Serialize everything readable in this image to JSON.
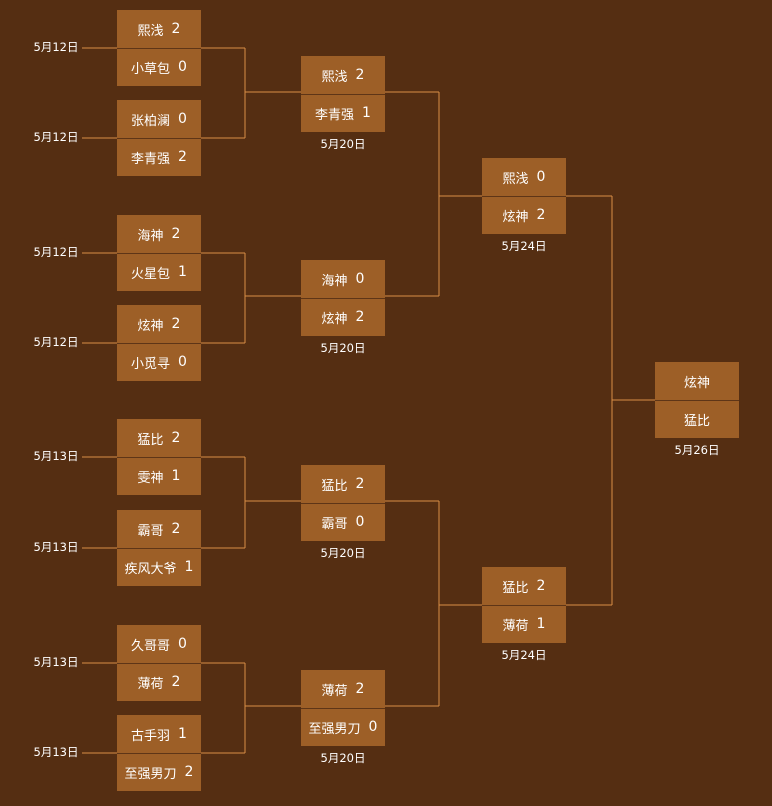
{
  "colors": {
    "background": "#552e12",
    "card": "#9d5f27",
    "line": "#d98e45",
    "text": "#ffffff"
  },
  "round1": [
    {
      "date": "5月12日",
      "team1": {
        "name": "熙浅",
        "score": "2"
      },
      "team2": {
        "name": "小草包",
        "score": "0"
      }
    },
    {
      "date": "5月12日",
      "team1": {
        "name": "张柏澜",
        "score": "0"
      },
      "team2": {
        "name": "李青强",
        "score": "2"
      }
    },
    {
      "date": "5月12日",
      "team1": {
        "name": "海神",
        "score": "2"
      },
      "team2": {
        "name": "火星包",
        "score": "1"
      }
    },
    {
      "date": "5月12日",
      "team1": {
        "name": "炫神",
        "score": "2"
      },
      "team2": {
        "name": "小觅寻",
        "score": "0"
      }
    },
    {
      "date": "5月13日",
      "team1": {
        "name": "猛比",
        "score": "2"
      },
      "team2": {
        "name": "雯神",
        "score": "1"
      }
    },
    {
      "date": "5月13日",
      "team1": {
        "name": "霸哥",
        "score": "2"
      },
      "team2": {
        "name": "疾风大爷",
        "score": "1"
      }
    },
    {
      "date": "5月13日",
      "team1": {
        "name": "久哥哥",
        "score": "0"
      },
      "team2": {
        "name": "薄荷",
        "score": "2"
      }
    },
    {
      "date": "5月13日",
      "team1": {
        "name": "古手羽",
        "score": "1"
      },
      "team2": {
        "name": "至强男刀",
        "score": "2"
      }
    }
  ],
  "round2": [
    {
      "date": "5月20日",
      "team1": {
        "name": "熙浅",
        "score": "2"
      },
      "team2": {
        "name": "李青强",
        "score": "1"
      }
    },
    {
      "date": "5月20日",
      "team1": {
        "name": "海神",
        "score": "0"
      },
      "team2": {
        "name": "炫神",
        "score": "2"
      }
    },
    {
      "date": "5月20日",
      "team1": {
        "name": "猛比",
        "score": "2"
      },
      "team2": {
        "name": "霸哥",
        "score": "0"
      }
    },
    {
      "date": "5月20日",
      "team1": {
        "name": "薄荷",
        "score": "2"
      },
      "team2": {
        "name": "至强男刀",
        "score": "0"
      }
    }
  ],
  "semifinals": [
    {
      "date": "5月24日",
      "team1": {
        "name": "熙浅",
        "score": "0"
      },
      "team2": {
        "name": "炫神",
        "score": "2"
      }
    },
    {
      "date": "5月24日",
      "team1": {
        "name": "猛比",
        "score": "2"
      },
      "team2": {
        "name": "薄荷",
        "score": "1"
      }
    }
  ],
  "final": {
    "date": "5月26日",
    "team1": {
      "name": "炫神",
      "score": ""
    },
    "team2": {
      "name": "猛比",
      "score": ""
    }
  }
}
